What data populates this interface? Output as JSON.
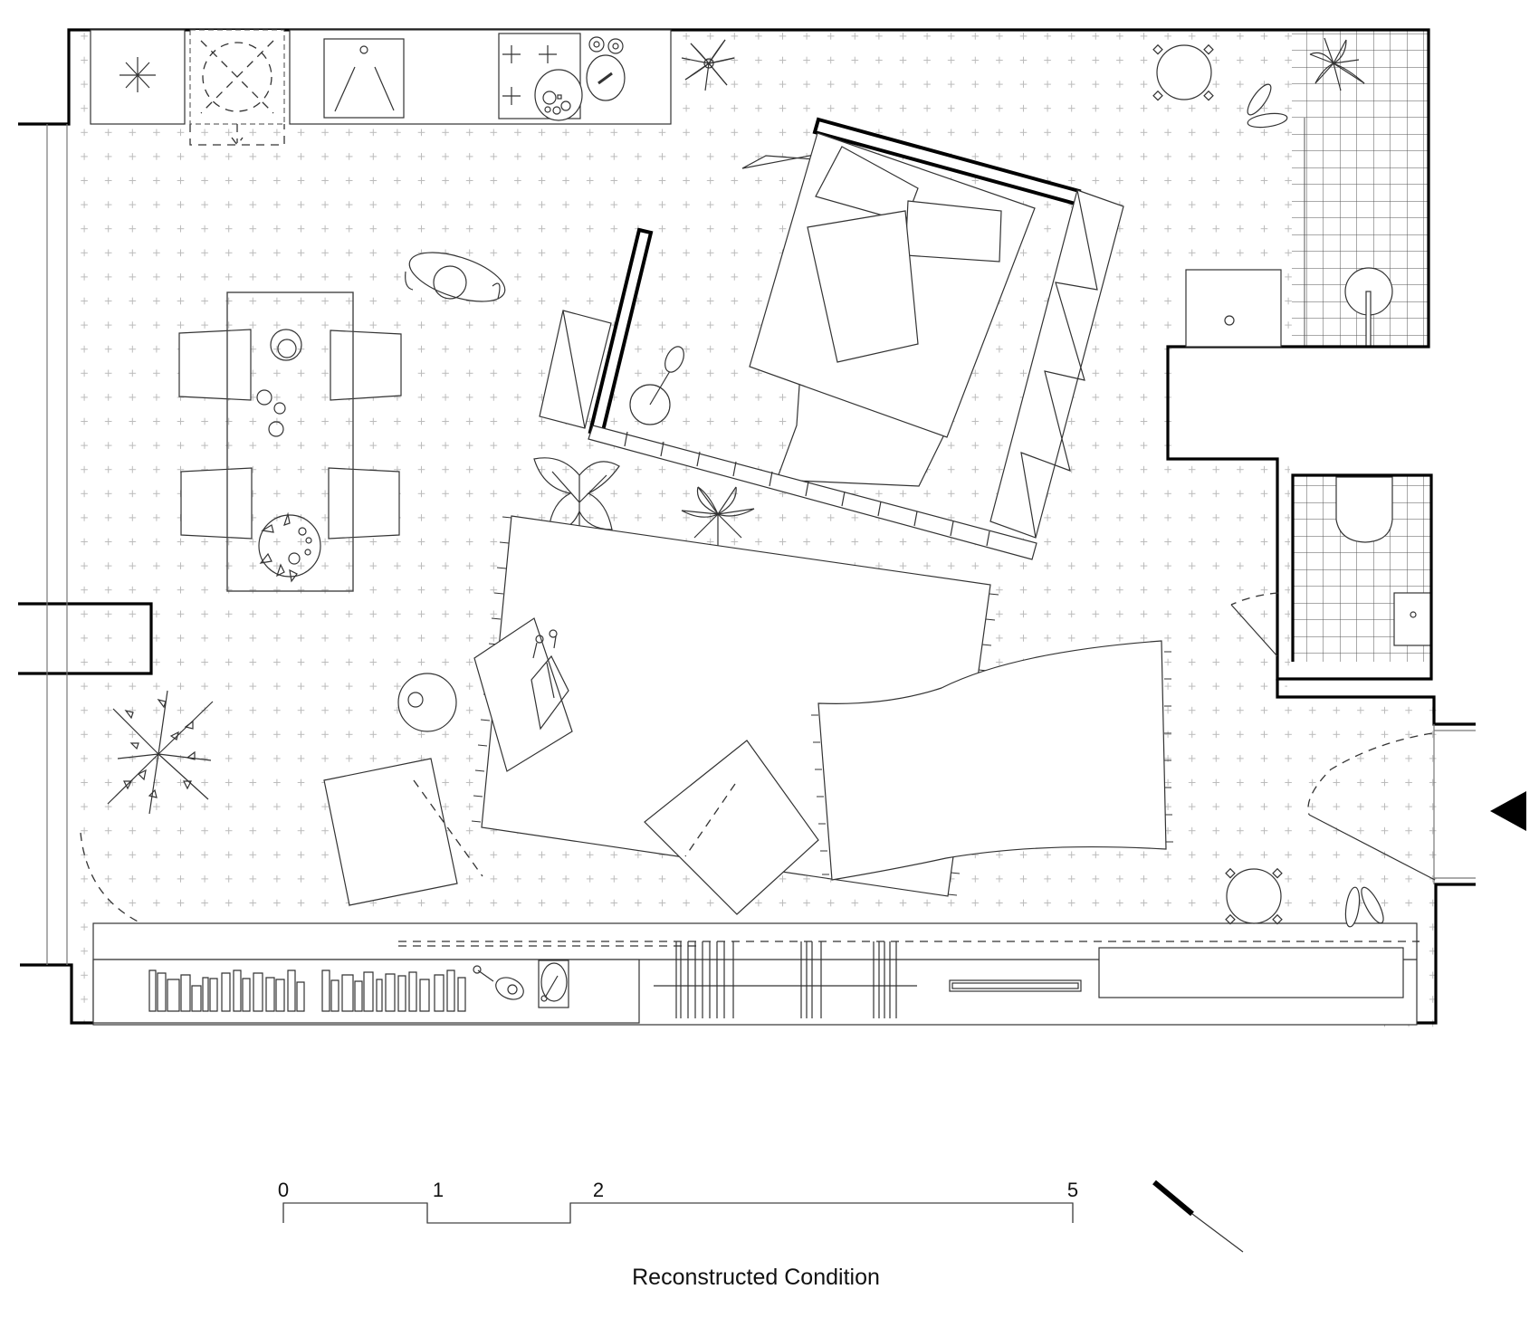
{
  "drawing": {
    "title": "Reconstructed Condition",
    "type": "architectural floor plan",
    "colors": {
      "wall": "#000000",
      "line": "#333333",
      "floor_pattern": "#bbbbbb",
      "background": "#ffffff"
    }
  },
  "scale_bar": {
    "ticks": [
      {
        "label": "0",
        "value": 0
      },
      {
        "label": "1",
        "value": 1
      },
      {
        "label": "2",
        "value": 2
      },
      {
        "label": "5",
        "value": 5
      }
    ],
    "unit_hint": "meters"
  },
  "north_arrow": {
    "icon": "north-arrow-icon"
  },
  "entry_marker": {
    "icon": "entry-arrow-icon"
  },
  "rooms": [
    {
      "name": "open-plan-living",
      "floor": "dotted cross pattern"
    },
    {
      "name": "shower-room",
      "floor": "square tile grid"
    },
    {
      "name": "wc",
      "floor": "square tile grid"
    }
  ],
  "furniture": [
    "kitchen-counter",
    "fridge",
    "washing-machine",
    "sink",
    "cooktop",
    "dining-table",
    "dining-chairs",
    "bed",
    "pillows",
    "headboard",
    "bookshelf-bench",
    "side-table",
    "rug",
    "throw-blanket",
    "floor-cushions",
    "record-player",
    "bookshelf",
    "toilet",
    "shower",
    "basin",
    "small-round-table",
    "slippers",
    "potted-plants"
  ]
}
